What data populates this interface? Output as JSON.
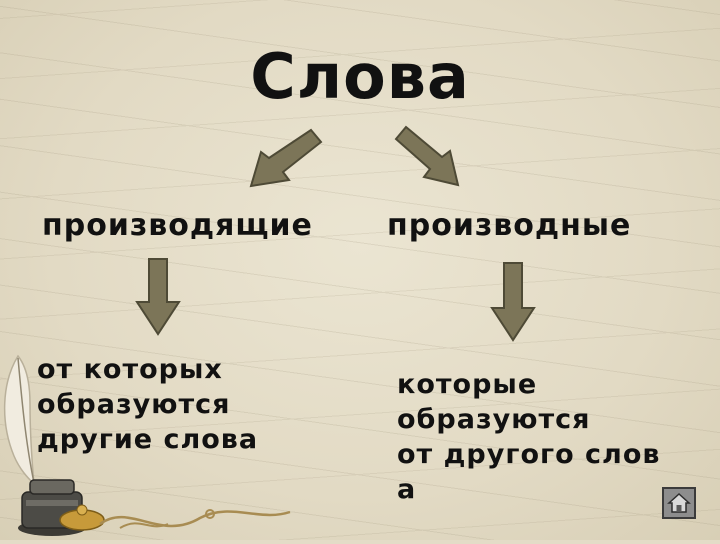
{
  "title": "Слова",
  "branches": {
    "left": {
      "label": "производящие",
      "description_lines": [
        "от которых",
        "образуются",
        "другие слова"
      ]
    },
    "right": {
      "label": "производные",
      "description_lines": [
        "которые",
        "образуются",
        "от другого слов",
        "а"
      ]
    }
  },
  "icons": {
    "arrows": "arrow-icon",
    "decoration": "quill-inkwell-icon",
    "home": "home-icon"
  },
  "colors": {
    "arrow_fill": "#7c7558",
    "arrow_stroke": "#4e4a36",
    "text": "#111111"
  }
}
